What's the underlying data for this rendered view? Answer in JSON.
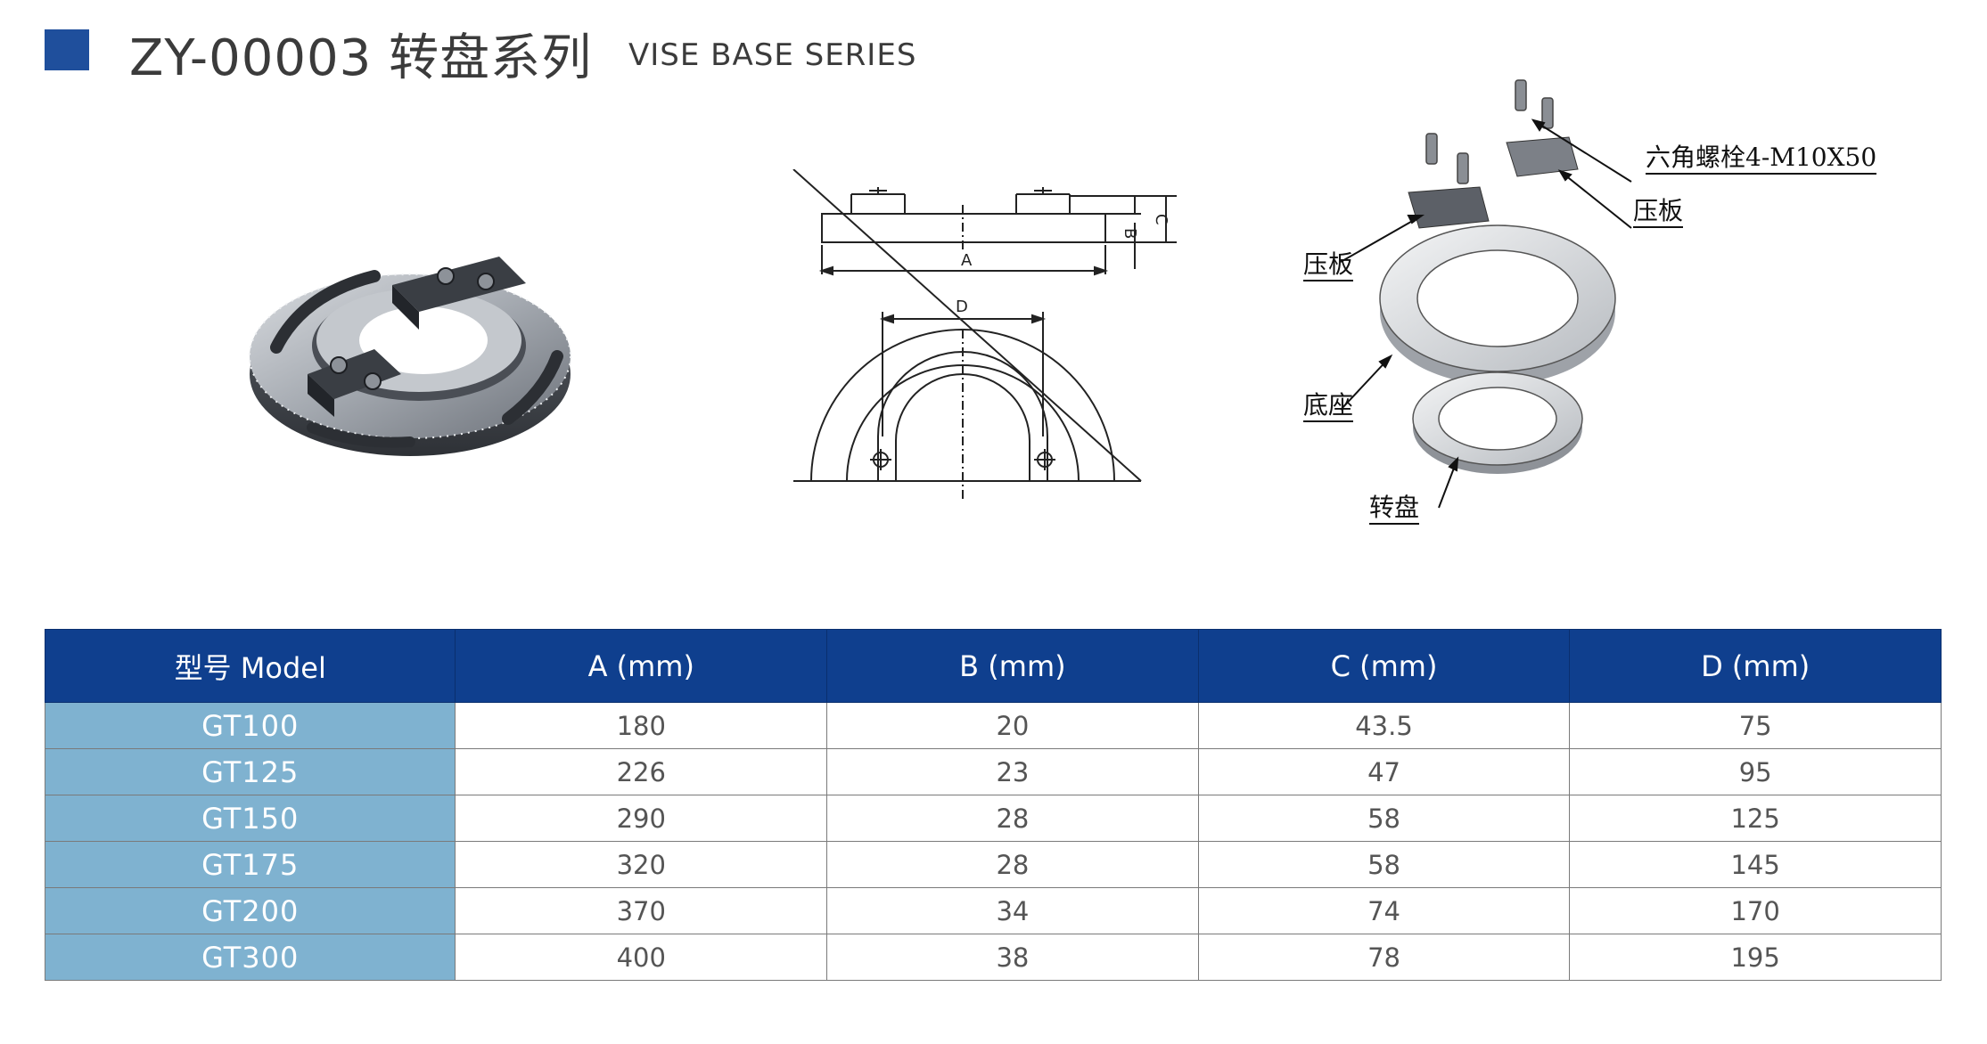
{
  "header": {
    "title": "ZY-00003 转盘系列",
    "subtitle": "VISE BASE SERIES",
    "accent_color": "#1f4f9c"
  },
  "drawing": {
    "label_a": "A",
    "label_b": "B",
    "label_c": "C",
    "label_d": "D"
  },
  "callouts": {
    "bolt": "六角螺栓4-M10X50",
    "plate_right": "压板",
    "plate_left": "压板",
    "base": "底座",
    "turntable": "转盘"
  },
  "table": {
    "header_color": "#0f3f8e",
    "model_color": "#7fb2d0",
    "columns": [
      "型号 Model",
      "A (mm)",
      "B (mm)",
      "C (mm)",
      "D (mm)"
    ],
    "rows": [
      [
        "GT100",
        "180",
        "20",
        "43.5",
        "75"
      ],
      [
        "GT125",
        "226",
        "23",
        "47",
        "95"
      ],
      [
        "GT150",
        "290",
        "28",
        "58",
        "125"
      ],
      [
        "GT175",
        "320",
        "28",
        "58",
        "145"
      ],
      [
        "GT200",
        "370",
        "34",
        "74",
        "170"
      ],
      [
        "GT300",
        "400",
        "38",
        "78",
        "195"
      ]
    ]
  }
}
